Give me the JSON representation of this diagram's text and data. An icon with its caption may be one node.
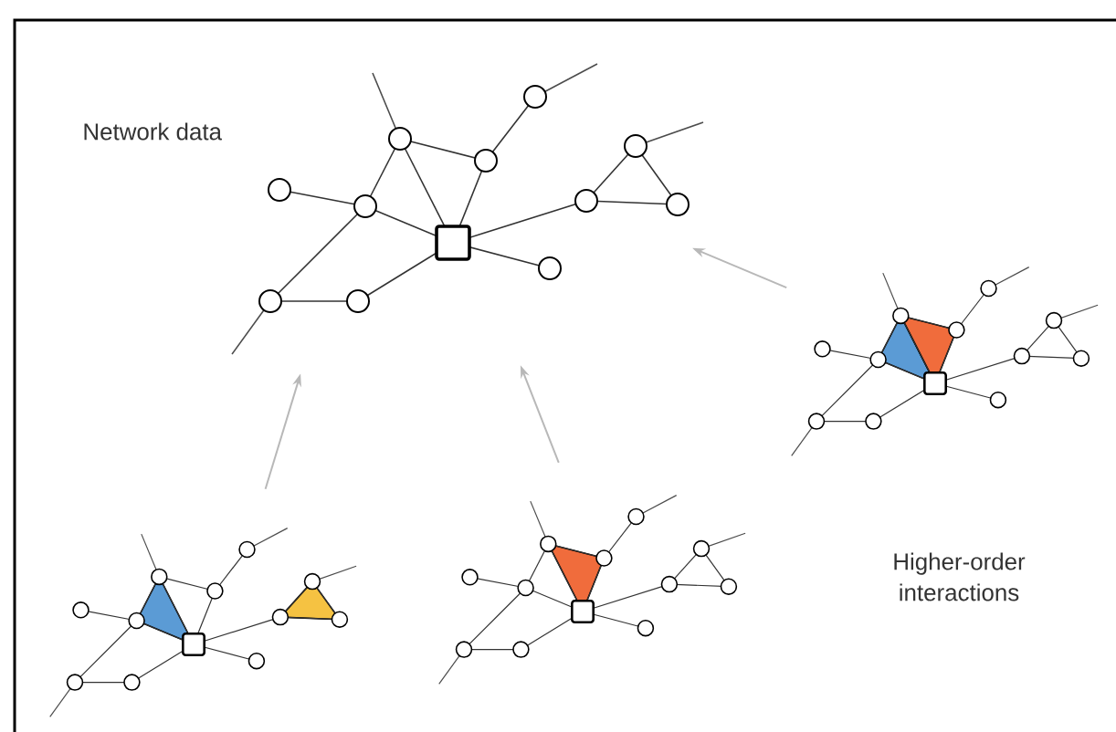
{
  "diagram": {
    "nodes": [
      {
        "text": [],
        "shape": "picture",
        "beside": [
          "Network data"
        ]
      },
      {
        "text": [],
        "shape": "picture"
      },
      {
        "text": [],
        "shape": "picture"
      },
      {
        "text": [],
        "shape": "picture"
      }
    ],
    "edges": [
      {
        "from": 1,
        "to": 0,
        "arrow": "to"
      },
      {
        "from": 2,
        "to": 0,
        "arrow": "to"
      },
      {
        "from": 3,
        "to": 0,
        "arrow": "to"
      }
    ],
    "labels": [
      "Higher-order interactions"
    ]
  }
}
